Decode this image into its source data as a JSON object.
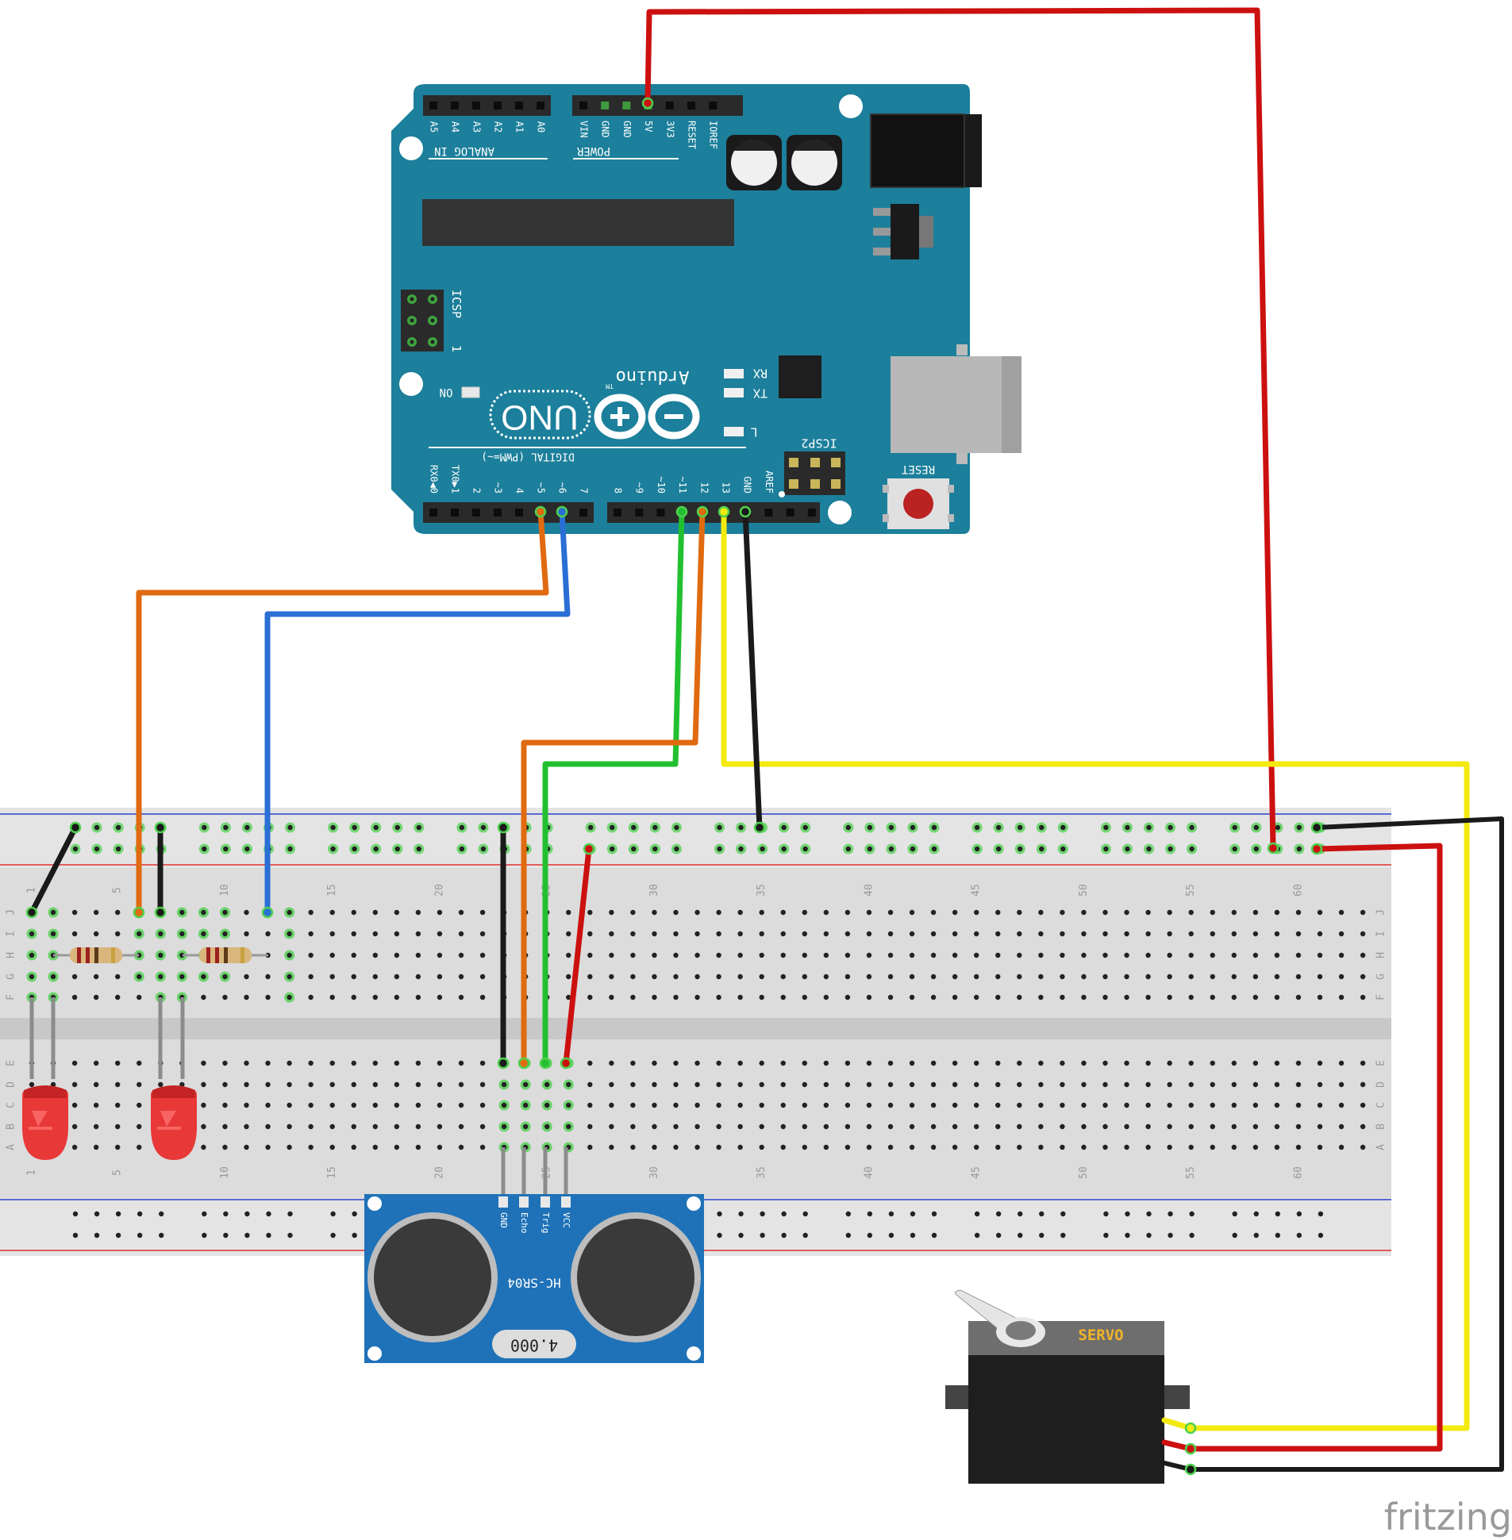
{
  "arduino": {
    "analog_header_label": "ANALOG IN",
    "analog_pins": [
      "A5",
      "A4",
      "A3",
      "A2",
      "A1",
      "A0"
    ],
    "power_header_label": "POWER",
    "power_pins": [
      "VIN",
      "GND",
      "GND",
      "5V",
      "3V3",
      "RESET",
      "IOREF"
    ],
    "digital_header_label": "DIGITAL (PWM=~)",
    "digital_pins_low": [
      "RX0◀0",
      "TX0▶1",
      "2",
      "~3",
      "4",
      "~5",
      "~6",
      "7"
    ],
    "digital_pins_high": [
      "8",
      "~9",
      "~10",
      "~11",
      "12",
      "13",
      "GND",
      "AREF"
    ],
    "logo_text": "UNO",
    "brand_text": "Arduino",
    "tm": "TM",
    "icsp_label": "ICSP",
    "icsp2_label": "ICSP2",
    "icsp_pin_marker": "1",
    "on_label": "ON",
    "rx_label": "RX",
    "tx_label": "TX",
    "l_label": "L",
    "reset_label": "RESET"
  },
  "breadboard": {
    "column_numbers": [
      "1",
      "5",
      "10",
      "15",
      "20",
      "25",
      "30",
      "35",
      "40",
      "45",
      "50",
      "55",
      "60"
    ],
    "rows_top": [
      "J",
      "I",
      "H",
      "G",
      "F"
    ],
    "rows_bottom": [
      "E",
      "D",
      "C",
      "B",
      "A"
    ]
  },
  "sensor": {
    "model": "HC-SR04",
    "pins": [
      "GND",
      "Echo",
      "Trig",
      "VCC"
    ],
    "crystal": "4.000"
  },
  "servo": {
    "label": "SERVO"
  },
  "watermark": "fritzing",
  "colors": {
    "board": "#1c7f9b",
    "breadboard": "#dcdcdc",
    "wire_red": "#cc1010",
    "wire_orange": "#e06a10",
    "wire_blue": "#2a6fd6",
    "wire_green": "#22c030",
    "wire_yellow": "#f3ea10",
    "wire_black": "#1a1a1a"
  }
}
